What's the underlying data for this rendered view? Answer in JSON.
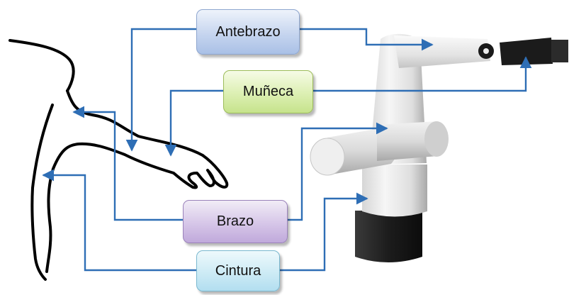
{
  "labels": {
    "antebrazo": "Antebrazo",
    "muneca": "Muñeca",
    "brazo": "Brazo",
    "cintura": "Cintura"
  },
  "colors": {
    "connector": "#2e6eb5",
    "outline": "#000000",
    "robot_body": "#e4e4e4",
    "robot_base": "#222222"
  }
}
